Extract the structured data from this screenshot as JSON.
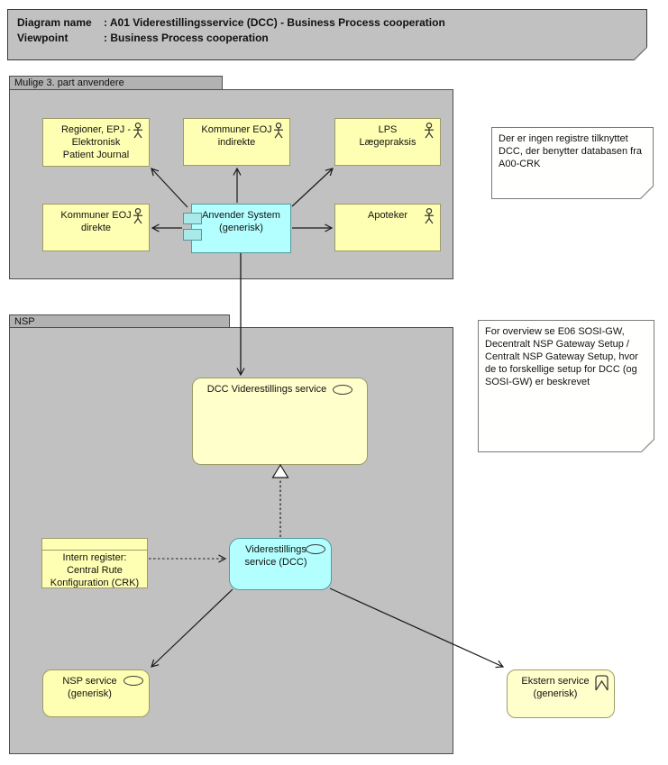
{
  "title_note": {
    "line1_label": "Diagram name",
    "line1_value": ": A01 Viderestillingsservice (DCC) - Business Process cooperation",
    "line2_label": "Viewpoint",
    "line2_value": ": Business Process cooperation"
  },
  "groups": {
    "third_party": {
      "label": "Mulige 3. part anvendere"
    },
    "nsp": {
      "label": "NSP"
    }
  },
  "nodes": {
    "regioner": {
      "line1": "Regioner, EPJ -",
      "line2": "Elektronisk",
      "line3": "Patient Journal"
    },
    "kommuner_indirekte": {
      "line1": "Kommuner EOJ",
      "line2": "indirekte"
    },
    "lps": {
      "line1": "LPS",
      "line2": "Lægepraksis"
    },
    "kommuner_direkte": {
      "line1": "Kommuner EOJ",
      "line2": "direkte"
    },
    "apoteker": {
      "line1": "Apoteker"
    },
    "anvender_system": {
      "line1": "Anvender System",
      "line2": "(generisk)"
    },
    "dcc_viderestillings_service": {
      "label": "DCC Viderestillings service"
    },
    "intern_register": {
      "line1": "Intern register:",
      "line2": "Central Rute",
      "line3": "Konfiguration (CRK)"
    },
    "viderestillings_service_dcc": {
      "line1": "Viderestillings",
      "line2": "service (DCC)"
    },
    "nsp_service": {
      "line1": "NSP service",
      "line2": "(generisk)"
    },
    "ekstern_service": {
      "line1": "Ekstern service",
      "line2": "(generisk)"
    }
  },
  "notes": {
    "registre": "Der er ingen registre tilknyttet DCC, der benytter databasen fra A00-CRK",
    "overview": "For overview se E06 SOSI-GW, Decentralt NSP Gateway Setup / Centralt NSP Gateway Setup, hvor de to forskellige setup for DCC (og SOSI-GW) er beskrevet"
  },
  "icons": {
    "actor": "stick-figure-actor",
    "component": "component-nubs",
    "service": "oval-outline",
    "ekstern_marker": "banner-chevron",
    "note_fold": "folded-corner"
  },
  "colors": {
    "group_fill": "#c1c1c1",
    "group_tab_fill": "#b2b2b2",
    "element_yellow": "#ffffb3",
    "element_pale_yellow": "#ffffcc",
    "element_cyan": "#b3ffff",
    "yellow_border": "#9c9c68",
    "cyan_border": "#55999e",
    "note_fill": "#fffffe",
    "arrow": "#1a1a1a",
    "text": "#111111"
  }
}
